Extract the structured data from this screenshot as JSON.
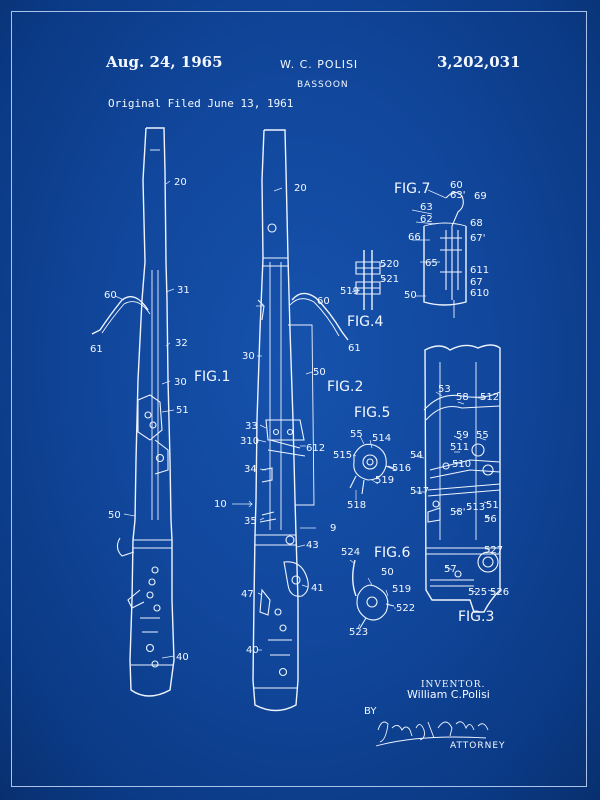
{
  "header": {
    "date": "Aug. 24, 1965",
    "inventor_short": "W. C. POLISI",
    "patent_number": "3,202,031",
    "title": "BASSOON",
    "filed": "Original Filed June 13, 1961"
  },
  "figures": {
    "fig1": "FIG.1",
    "fig2": "FIG.2",
    "fig3": "FIG.3",
    "fig4": "FIG.4",
    "fig5": "FIG.5",
    "fig6": "FIG.6",
    "fig7": "FIG.7"
  },
  "refs": {
    "fig1": [
      "20",
      "31",
      "60",
      "61",
      "32",
      "30",
      "51",
      "50",
      "40"
    ],
    "fig2": [
      "20",
      "60",
      "61",
      "30",
      "50",
      "33",
      "310",
      "612",
      "34",
      "10",
      "35",
      "9",
      "43",
      "47",
      "41",
      "40"
    ],
    "fig4": [
      "520",
      "521",
      "519"
    ],
    "fig5": [
      "55",
      "514",
      "515",
      "516",
      "519",
      "518"
    ],
    "fig6": [
      "524",
      "50",
      "519",
      "522",
      "523"
    ],
    "fig7": [
      "60",
      "63'",
      "69",
      "63",
      "62",
      "68",
      "66",
      "67'",
      "65",
      "611",
      "67",
      "610",
      "50"
    ],
    "fig3": [
      "53",
      "58",
      "512",
      "59",
      "55",
      "54",
      "511",
      "510",
      "51",
      "517",
      "58'",
      "513",
      "56",
      "527",
      "57",
      "525",
      "526"
    ]
  },
  "footer": {
    "inventor_label": "INVENTOR.",
    "inventor_name": "William C.Polisi",
    "by": "BY",
    "signature": "Joseph J. Pallan",
    "attorney": "ATTORNEY"
  },
  "colors": {
    "background": "#11479c",
    "line": "#f4f8ff",
    "frame": "#a9c3ea"
  }
}
